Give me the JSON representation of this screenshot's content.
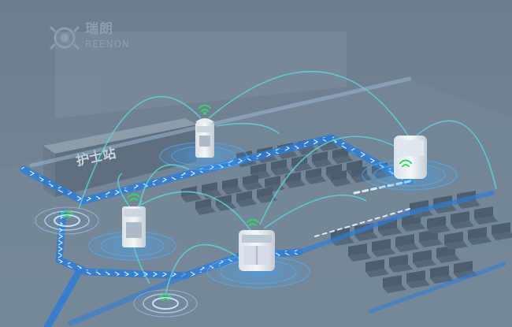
{
  "brand": {
    "name_cn": "瑞朗",
    "name_en": "REENON"
  },
  "desk_sign": "护士站",
  "colors": {
    "background": "#6b7c8d",
    "floor": "#74889a",
    "path": "#2f7dd6",
    "signal_arc": "#5fd4d0",
    "wifi": "#35d46a",
    "robot_body": "#eef2f5"
  },
  "icons": [
    "logo-icon",
    "wifi-icon",
    "radar-ring-icon",
    "delivery-robot-icon",
    "chair-icon"
  ]
}
